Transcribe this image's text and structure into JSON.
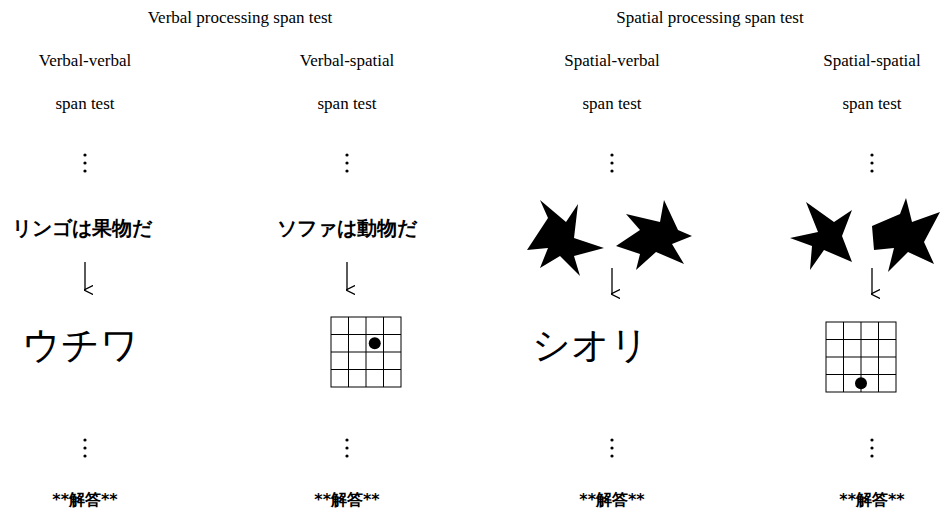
{
  "diagram": {
    "labels": [
      "Verbal processing span test",
      "Spatial processing span test",
      "Verbal-verbal span test",
      "Verbal-spatial span test",
      "Spatial-verbal span test",
      "Spatial-spatial span test",
      "リンゴは果物だ",
      "ソファは動物だ",
      "ウチワ",
      "シオリ",
      "**解答**",
      "**解答**",
      "**解答**",
      "**解答**"
    ]
  }
}
